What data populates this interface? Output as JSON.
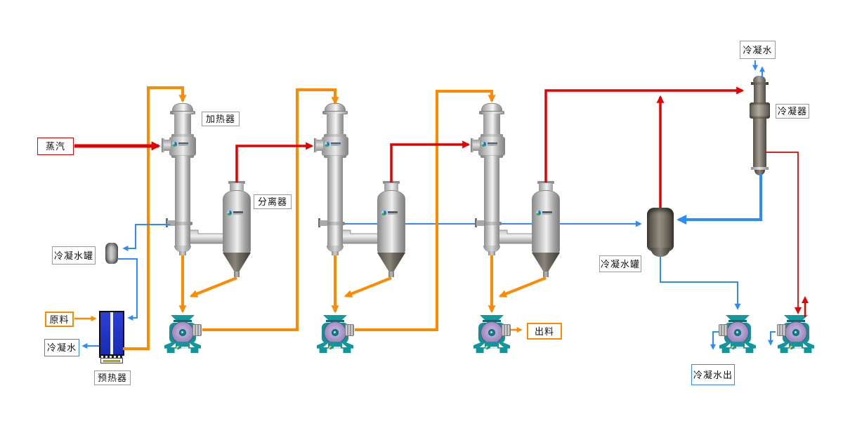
{
  "diagram": {
    "type": "process-flow-diagram",
    "subject": "triple-effect falling-film evaporator system",
    "labels": {
      "steam": "蒸汽",
      "heater": "加热器",
      "separator": "分离器",
      "condensate_tank_left": "冷凝水罐",
      "raw_material": "原料",
      "condensate_left": "冷凝水",
      "preheater": "预热器",
      "discharge": "出料",
      "condensate_tank_right": "冷凝水罐",
      "condensate_top_right": "冷凝水",
      "condenser": "冷凝器",
      "condensate_out": "冷凝水出"
    },
    "colors": {
      "steam_line": "#e60000",
      "feed_line": "#ff8a00",
      "water_line": "#2b8cff",
      "vessel_gray": "#c9c9c9",
      "cone_dark": "#5a564c",
      "pump_teal": "#11979b",
      "pump_purple": "#a392c4",
      "preheater_blue": "#2135d6",
      "background": "#ffffff"
    }
  }
}
